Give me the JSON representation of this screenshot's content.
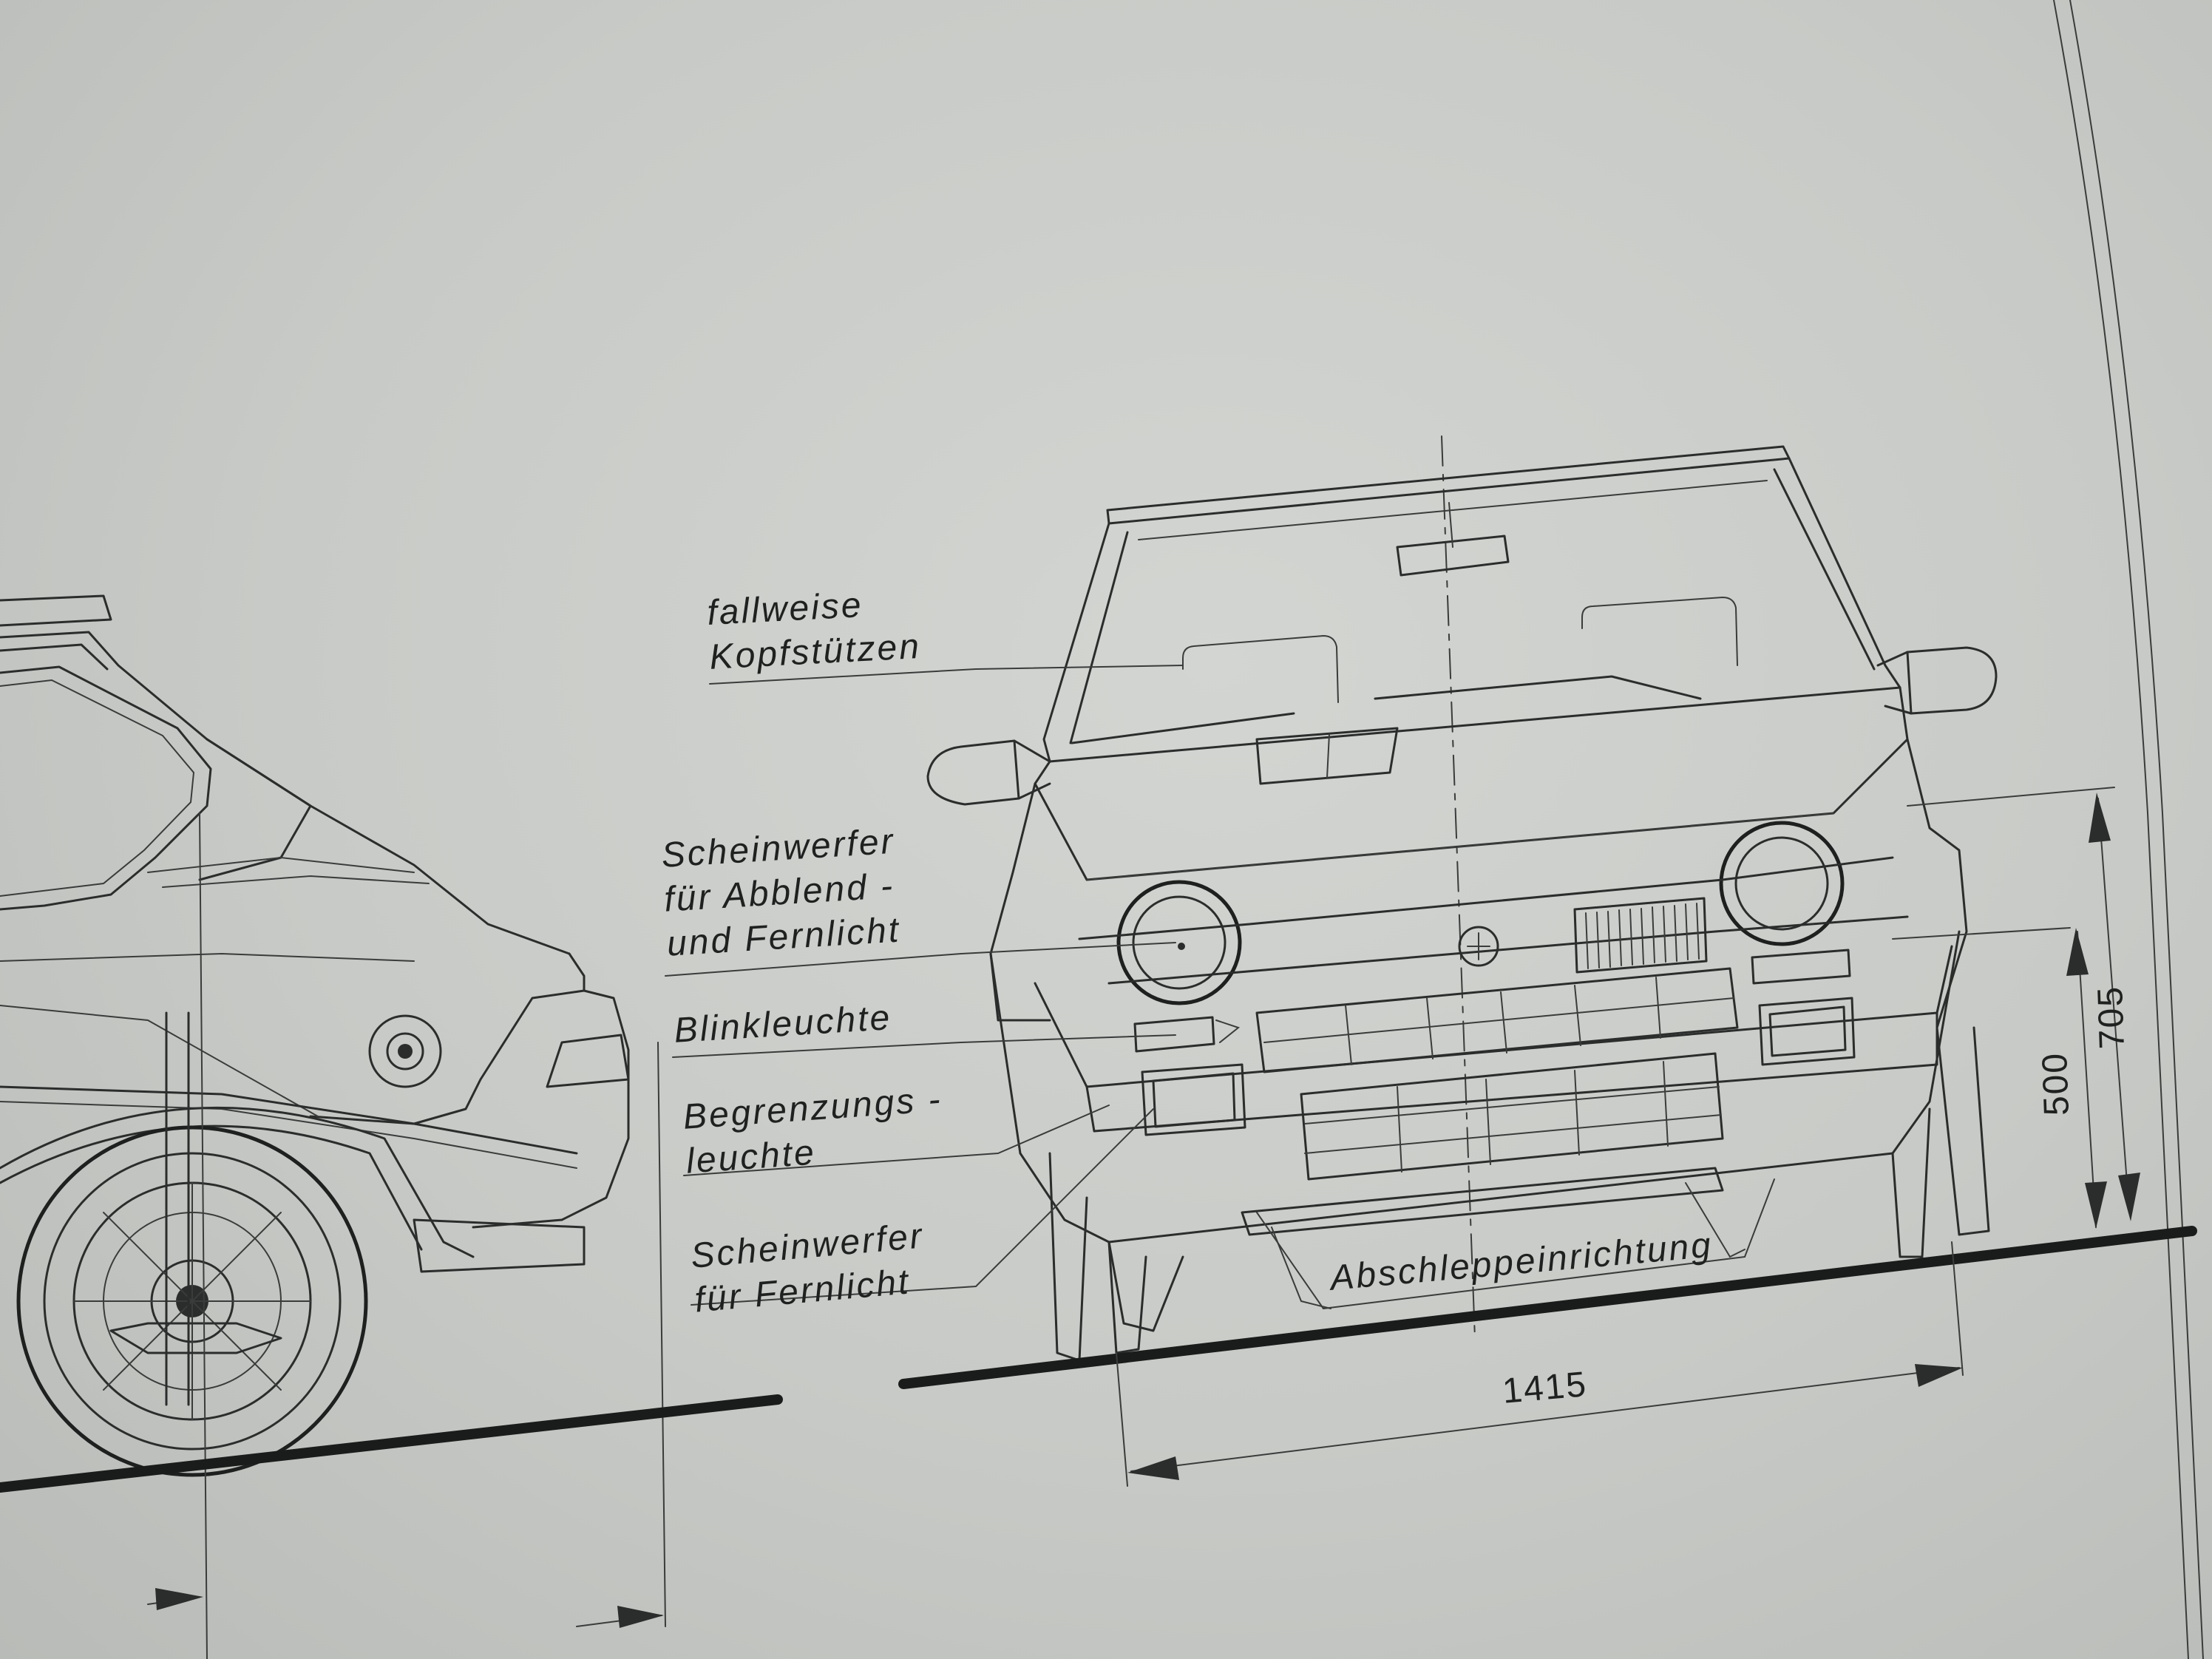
{
  "labels": {
    "headrests": "fallweise\nKopfstützen",
    "headlamp_low_high": "Scheinwerfer\nfür Abblend -\nund Fernlicht",
    "turn_signal": "Blinkleuchte",
    "position_lamp": "Begrenzungs -\nleuchte",
    "headlamp_high": "Scheinwerfer\nfür Fernlicht",
    "towing_device": "Abschleppeinrichtung"
  },
  "dimensions": {
    "track_width": "1415",
    "lower_height": "500",
    "upper_height": "705"
  },
  "colors": {
    "paper": "#c8cac7",
    "ink": "#2b2d2c"
  }
}
